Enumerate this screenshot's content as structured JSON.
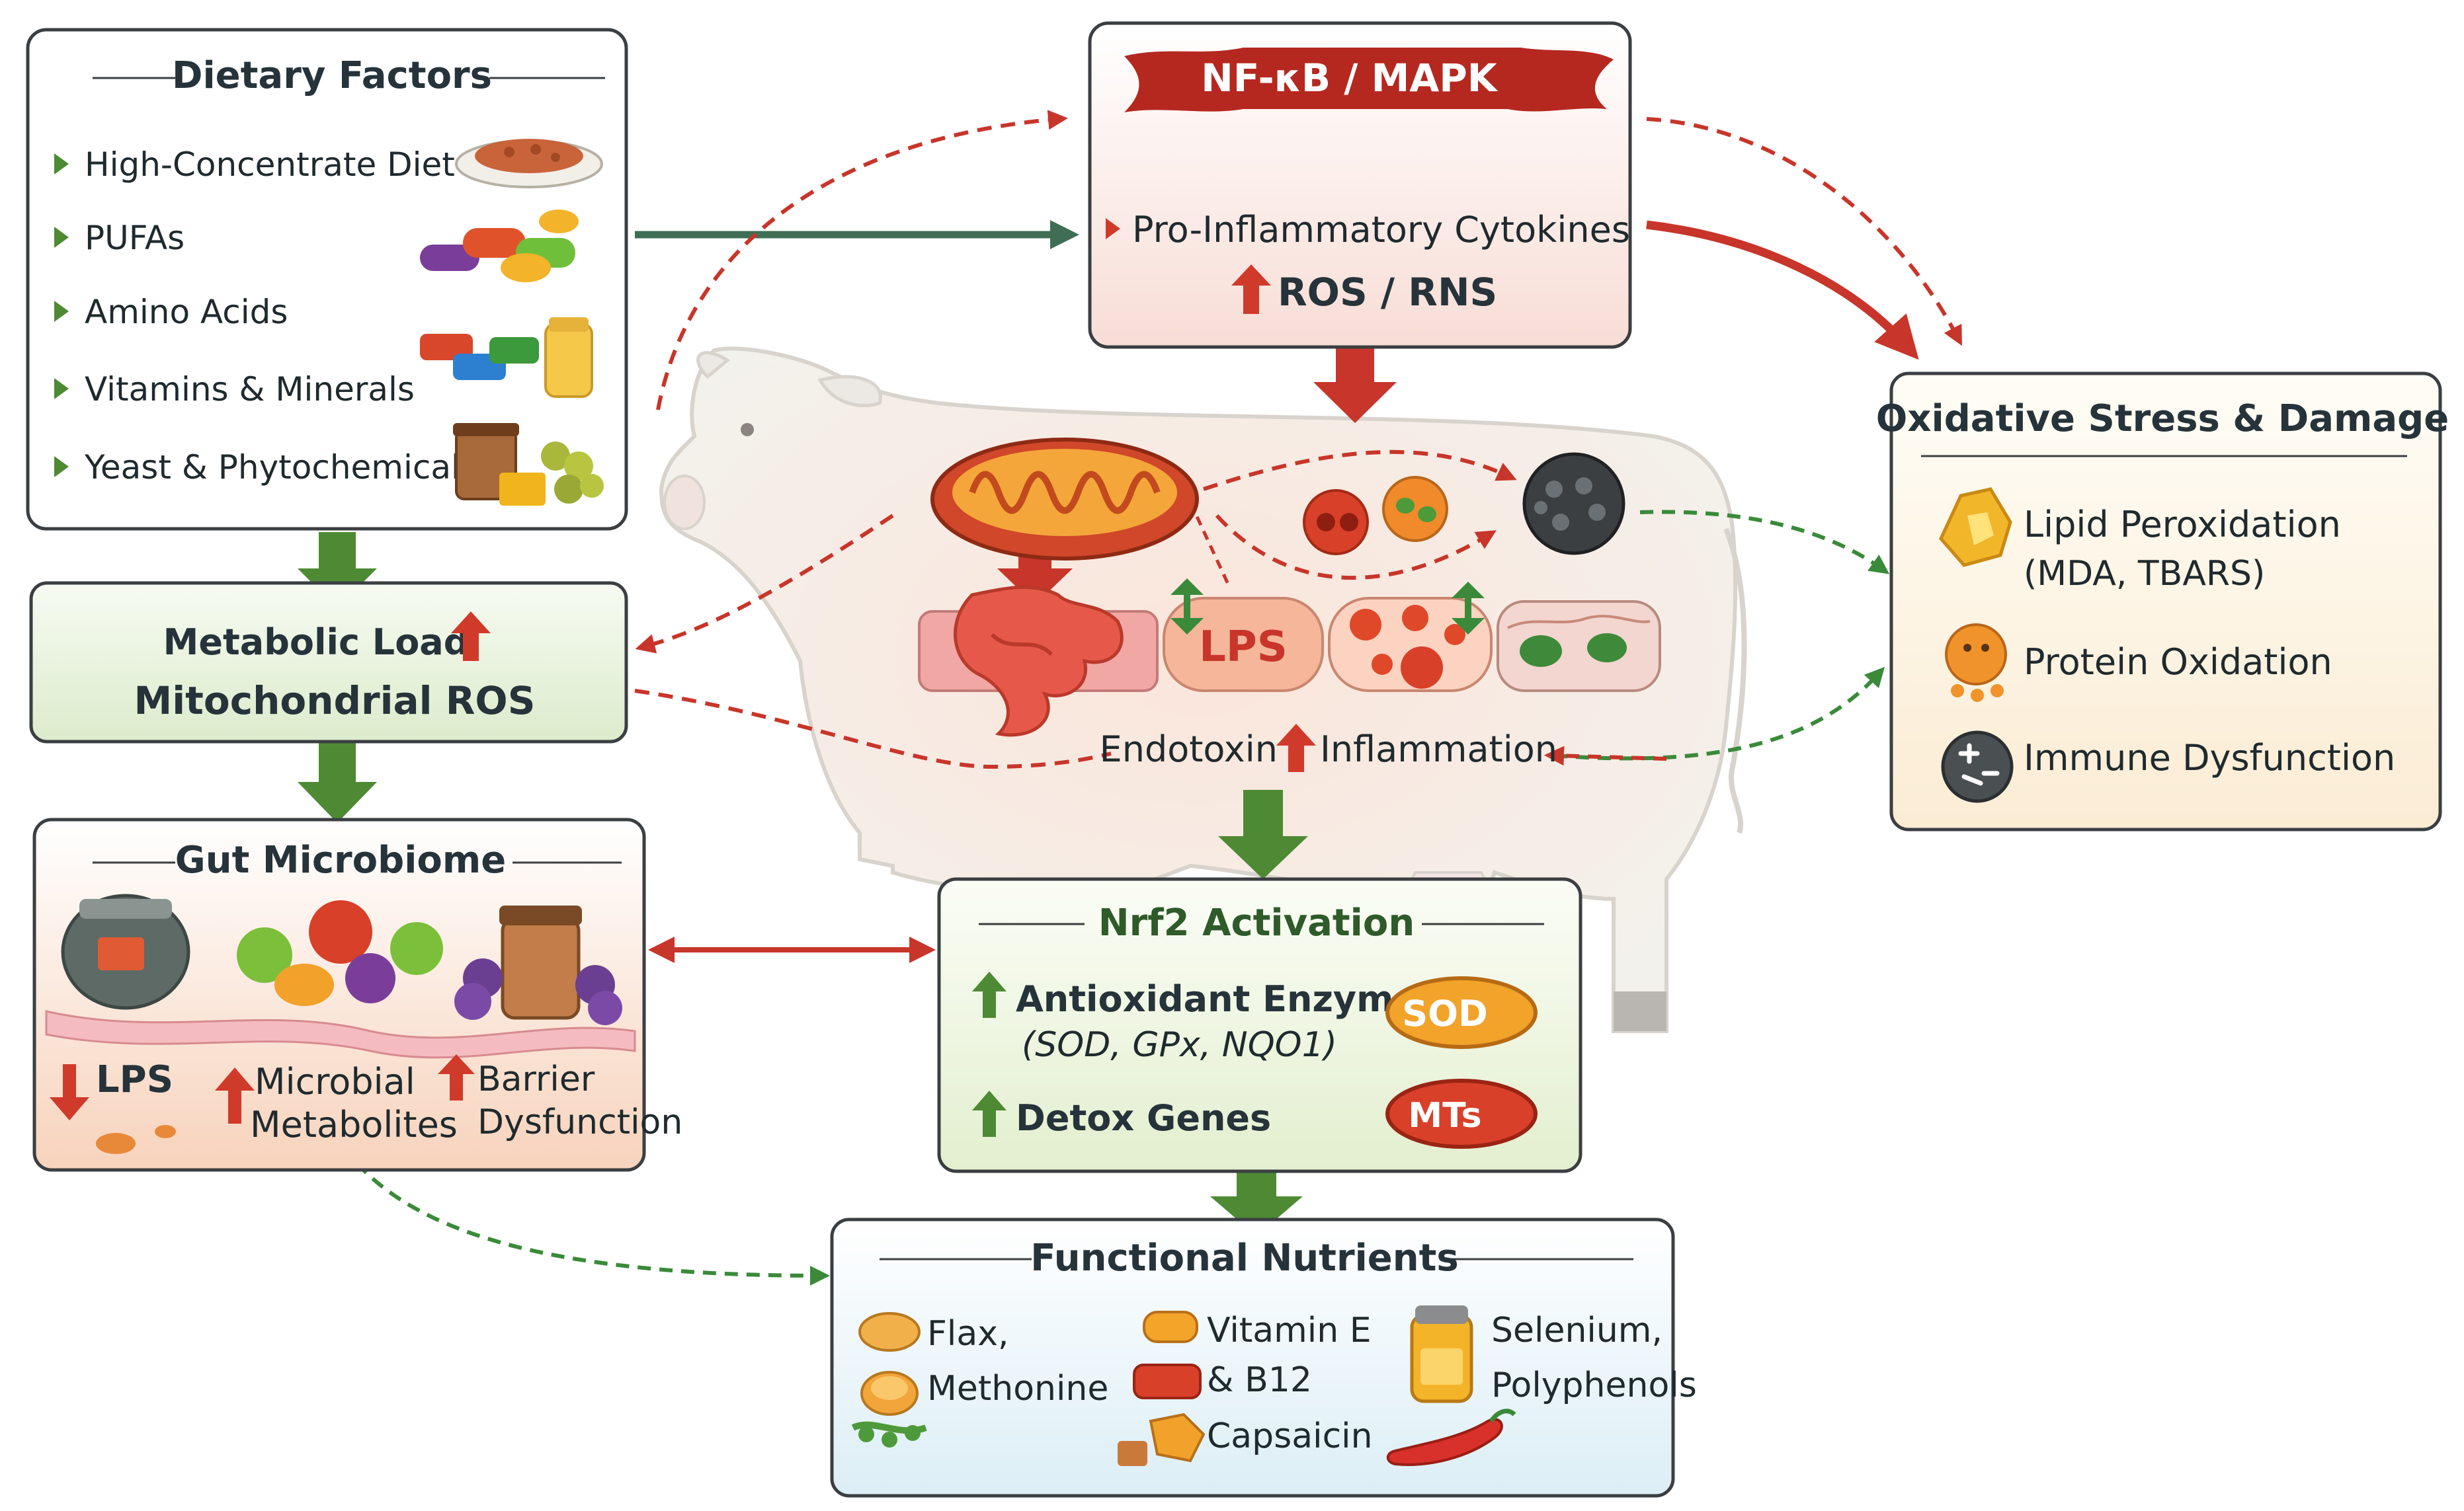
{
  "dietary": {
    "title": "Dietary Factors",
    "items": [
      "High-Concentrate Diet",
      "PUFAs",
      "Amino Acids",
      "Vitamins & Minerals",
      "Yeast & Phytochemicals"
    ]
  },
  "metabolic": {
    "line1": "Metabolic Load",
    "line2": "Mitochondrial ROS"
  },
  "gut": {
    "title": "Gut Microbiome",
    "lps": "LPS",
    "microbial_1": "Microbial",
    "microbial_2": "Metabolites",
    "barrier_1": "Barrier",
    "barrier_2": "Dysfunction"
  },
  "nfkb": {
    "banner": "NF-κB / MAPK",
    "cytokines": "Pro-Inflammatory Cytokines",
    "ros": "ROS / RNS"
  },
  "oxidative": {
    "title": "Oxidative Stress & Damage",
    "lipid_1": "Lipid Peroxidation",
    "lipid_2": "(MDA, TBARS)",
    "protein": "Protein Oxidation",
    "immune": "Immune Dysfunction"
  },
  "cow": {
    "lps": "LPS",
    "endotoxin": "Endotoxin",
    "inflammation": "Inflammation"
  },
  "nrf2": {
    "title": "Nrf2 Activation",
    "antioxidant": "Antioxidant Enzymes",
    "enzymes": "(SOD, GPx, NQO1)",
    "detox": "Detox Genes",
    "sod_label": "SOD",
    "mts_label": "MTs"
  },
  "functional": {
    "title": "Functional Nutrients",
    "flax": "Flax,",
    "methonine": "Methonine",
    "vitamin_e": "Vitamin E",
    "b12": "& B12",
    "capsaicin": "Capsaicin",
    "selenium": "Selenium,",
    "polyphenols": "Polyphenols"
  },
  "colors": {
    "green_arrow": "#4e8a34",
    "red_arrow": "#c8352a",
    "dark_green_arrow": "#3f6e54",
    "banner_red": "#b52820"
  }
}
